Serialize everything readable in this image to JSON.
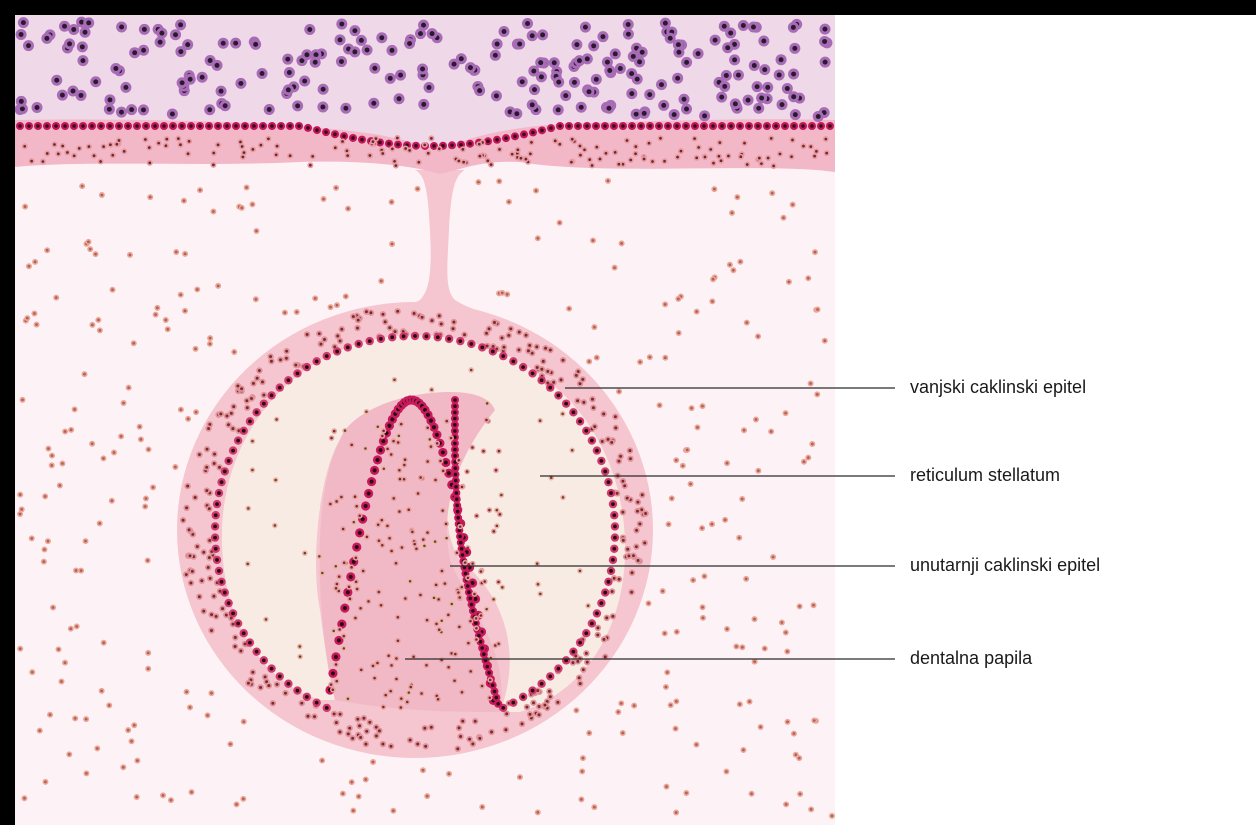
{
  "figure": {
    "subject": "tooth germ (bell stage) histology diagram",
    "colors": {
      "background": "#fdf3f6",
      "oral_epithelium": "#efd8e8",
      "basal_layer_cell": "#c2185b",
      "mesenchyme_cell": "#b55e4e",
      "enamel_organ": "#f5c5d0",
      "stellate_reticulum": "#f8ebe4",
      "dental_papilla": "#f1b9c6",
      "outer_epithelium_cell": "#d03a6d",
      "inner_epithelium_cell": "#c81a5a"
    }
  },
  "labels": [
    {
      "id": "outer-enamel-epithelium",
      "text": "vanjski caklinski epitel"
    },
    {
      "id": "stellate-reticulum",
      "text": "reticulum stellatum"
    },
    {
      "id": "inner-enamel-epithelium",
      "text": "unutarnji caklinski epitel"
    },
    {
      "id": "dental-papilla",
      "text": "dentalna papila"
    }
  ]
}
